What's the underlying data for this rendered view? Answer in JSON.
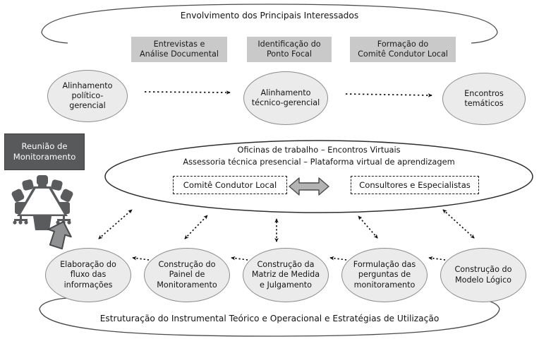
{
  "diagram": {
    "title_top": "Envolvimento dos Principais Interessados",
    "title_bottom": "Estruturação do Instrumental Teórico e Operacional e Estratégias de Utilização",
    "colors": {
      "process_box_fill": "#c9c9c9",
      "dark_box_fill": "#58595b",
      "dark_box_text": "#ffffff",
      "ellipse_fill": "#ebebeb",
      "ellipse_stroke": "#8c8c8c",
      "outline_stroke": "#4a4a4a",
      "arrow_color": "#111111",
      "double_arrow_fill": "#b3b3b3",
      "icon_color": "#5a5b5d",
      "text_color": "#141414"
    }
  },
  "top_process_boxes": [
    {
      "label": "Entrevistas e\nAnálise Documental"
    },
    {
      "label": "Identificação do\nPonto Focal"
    },
    {
      "label": "Formação do\nComitê Condutor Local"
    }
  ],
  "top_ellipses": [
    {
      "label": "Alinhamento\npolítico-gerencial"
    },
    {
      "label": "Alinhamento\ntécnico-gerencial"
    },
    {
      "label": "Encontros\ntemáticos"
    }
  ],
  "monitoring": {
    "box_label": "Reunião de\nMonitoramento",
    "icon": "conference-table-icon",
    "pointer_icon": "up-arrow-icon"
  },
  "center_ellipse": {
    "line1": "Oficinas de trabalho – Encontros Virtuais",
    "line2": "Assessoria técnica presencial – Plataforma virtual de aprendizagem",
    "left_box": "Comitê Condutor Local",
    "right_box": "Consultores e Especialistas",
    "connector_icon": "double-headed-arrow-icon"
  },
  "bottom_ellipses": [
    {
      "label": "Elaboração do\nfluxo das\ninformações"
    },
    {
      "label": "Construção do\nPainel de\nMonitoramento"
    },
    {
      "label": "Construção da\nMatriz de Medida\ne Julgamento"
    },
    {
      "label": "Formulação das\nperguntas de\nmonitoramento"
    },
    {
      "label": "Construção do\nModelo Lógico"
    }
  ],
  "connectors": {
    "top_flow_arrow_icon": "dotted-arrow-right-icon",
    "bottom_flow_arrow_icon": "dotted-arrow-left-icon",
    "vertical_arrow_icon": "dotted-double-arrow-icon"
  }
}
